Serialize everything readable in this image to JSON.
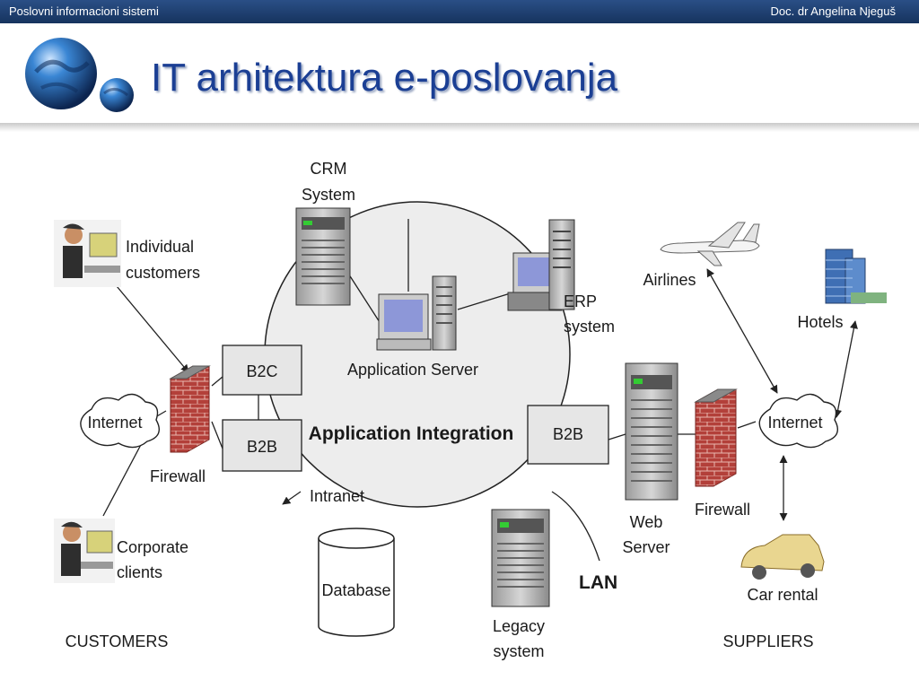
{
  "header": {
    "course": "Poslovni informacioni sistemi",
    "author": "Doc. dr Angelina Njeguš"
  },
  "slide": {
    "title": "IT arhitektura e-poslovanja"
  },
  "diagram": {
    "center_label": "Application Integration",
    "intranet": "Intranet",
    "lan": "LAN",
    "crm": [
      "CRM",
      "System"
    ],
    "app_server": "Application Server",
    "erp": [
      "ERP",
      "system"
    ],
    "b2c": "B2C",
    "b2b_left": "B2B",
    "b2b_right": "B2B",
    "database": "Database",
    "legacy": [
      "Legacy",
      "system"
    ],
    "web_server": [
      "Web",
      "Server"
    ],
    "internet_left": "Internet",
    "internet_right": "Internet",
    "firewall_left": "Firewall",
    "firewall_right": "Firewall",
    "individual": [
      "Individual",
      "customers"
    ],
    "corporate": [
      "Corporate",
      "clients"
    ],
    "customers": "CUSTOMERS",
    "suppliers": "SUPPLIERS",
    "airlines": "Airlines",
    "hotels": "Hotels",
    "car_rental": "Car rental"
  },
  "colors": {
    "title": "#1b3f94",
    "topbar": "#1f4377",
    "firewall": "#b3403a",
    "box_fill": "#e6e6e6",
    "server": "#b5b5b5"
  }
}
